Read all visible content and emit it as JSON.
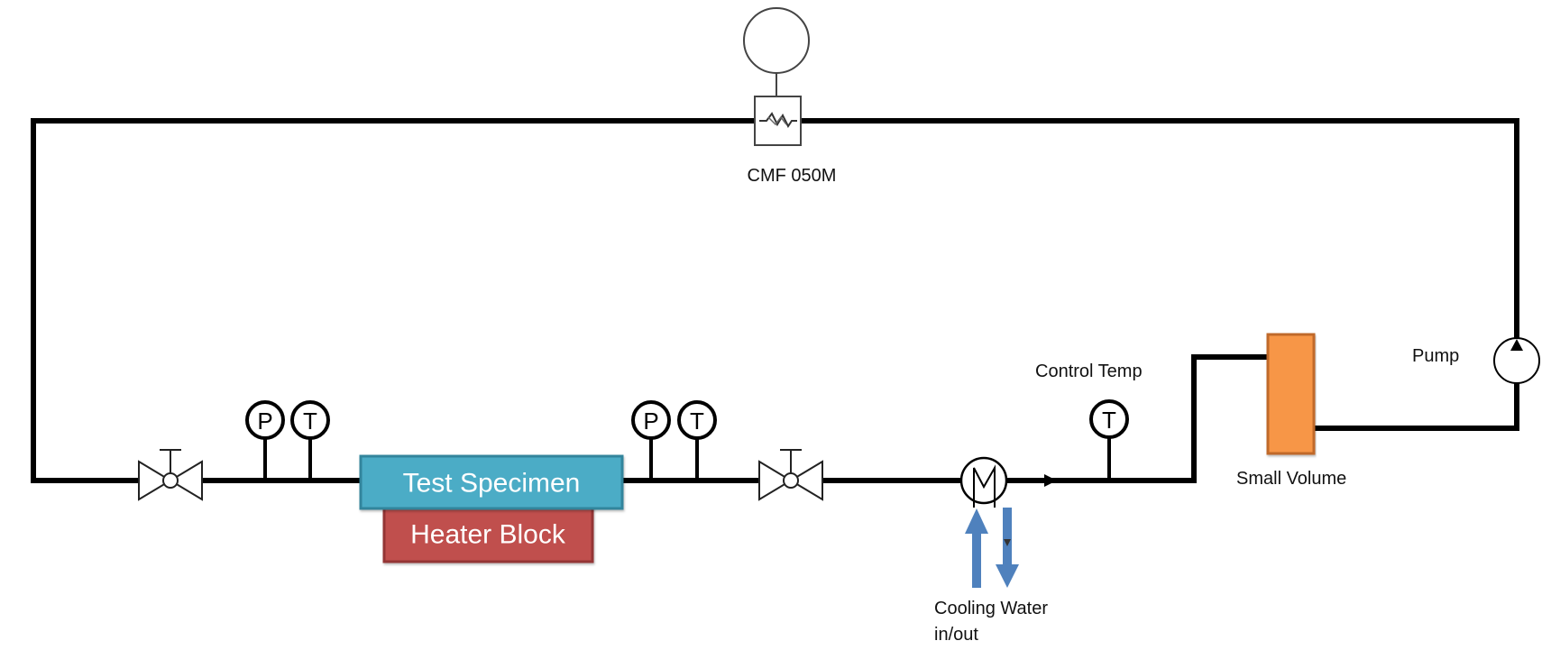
{
  "diagram": {
    "title": "Flow loop schematic",
    "colors": {
      "pipe": "#000000",
      "test_specimen_fill": "#4BACC6",
      "test_specimen_border": "#31859C",
      "heater_block_fill": "#C0504D",
      "heater_block_border": "#943634",
      "small_volume_fill": "#F79646",
      "small_volume_border": "#C0692C",
      "cooling_arrow": "#4F81BD"
    },
    "components": {
      "flow_meter": {
        "label": "CMF 050M"
      },
      "test_specimen": {
        "label": "Test Specimen"
      },
      "heater_block": {
        "label": "Heater Block"
      },
      "heat_exchanger": {
        "symbol": "M"
      },
      "cooling_water": {
        "label_line1": "Cooling Water",
        "label_line2": "in/out"
      },
      "control_temp": {
        "label": "Control Temp",
        "symbol": "T"
      },
      "small_volume": {
        "label": "Small Volume"
      },
      "pump": {
        "label": "Pump"
      }
    },
    "gauges": [
      {
        "id": "inlet-pressure",
        "symbol": "P"
      },
      {
        "id": "inlet-temperature",
        "symbol": "T"
      },
      {
        "id": "outlet-pressure",
        "symbol": "P"
      },
      {
        "id": "outlet-temperature",
        "symbol": "T"
      }
    ],
    "valves": [
      {
        "id": "inlet-valve",
        "type": "gate-valve"
      },
      {
        "id": "outlet-valve",
        "type": "gate-valve"
      }
    ]
  }
}
